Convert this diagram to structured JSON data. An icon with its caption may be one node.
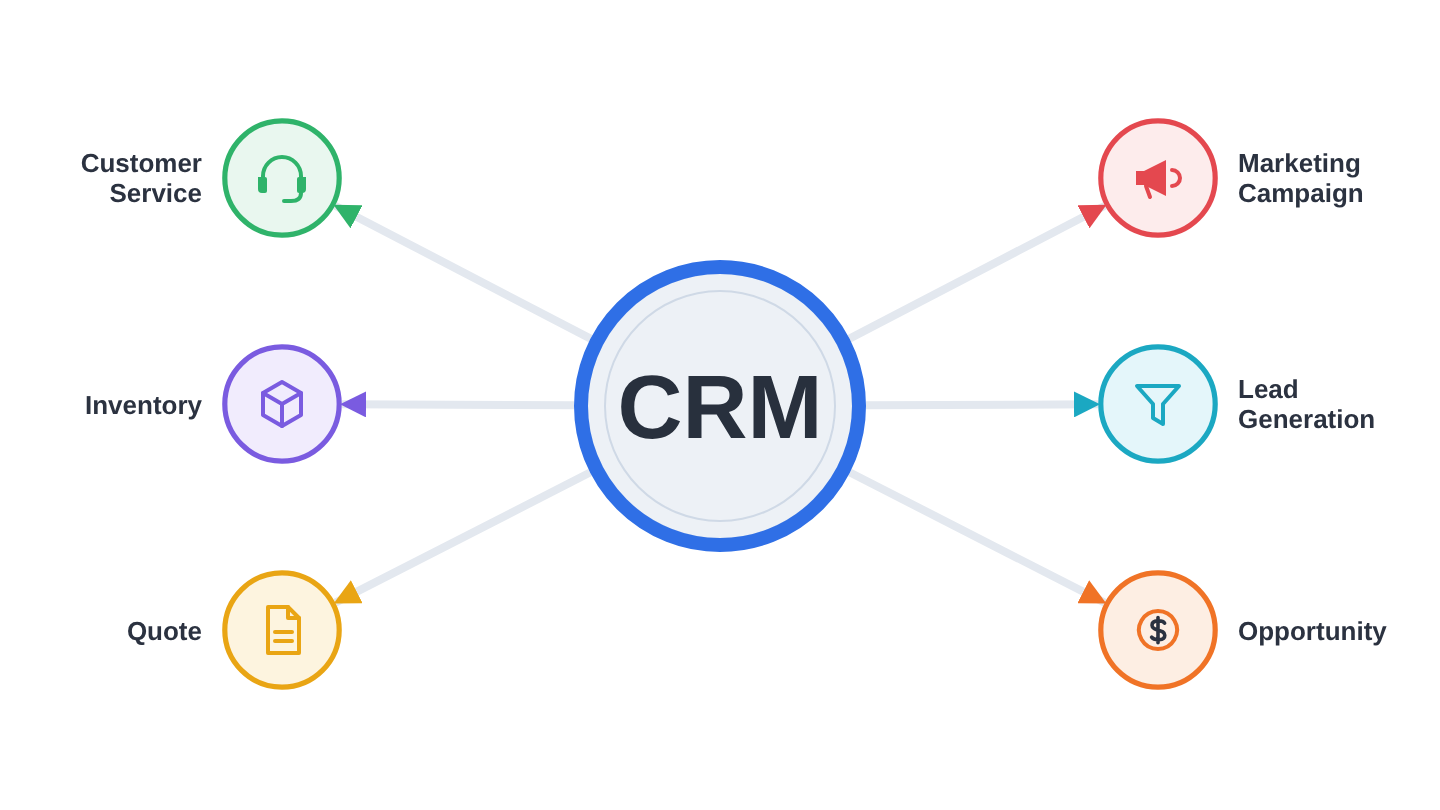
{
  "diagram": {
    "nodes": [
      {
        "text": [
          "Customer Service"
        ]
      },
      {
        "text": [
          "Marketing Campaign"
        ]
      },
      {
        "text": [
          "Inventory"
        ]
      },
      {
        "text": [
          "CRM"
        ]
      },
      {
        "text": [
          "Lead Generation"
        ]
      },
      {
        "text": [
          "Quote"
        ]
      },
      {
        "text": [
          "Opportunity"
        ]
      }
    ],
    "edges": [
      {
        "from": 3,
        "to": 0,
        "arrow": "to"
      },
      {
        "from": 3,
        "to": 1,
        "arrow": "to"
      },
      {
        "from": 3,
        "to": 2,
        "arrow": "to"
      },
      {
        "from": 3,
        "to": 4,
        "arrow": "to"
      },
      {
        "from": 3,
        "to": 5,
        "arrow": "to"
      },
      {
        "from": 3,
        "to": 6,
        "arrow": "to"
      }
    ]
  }
}
